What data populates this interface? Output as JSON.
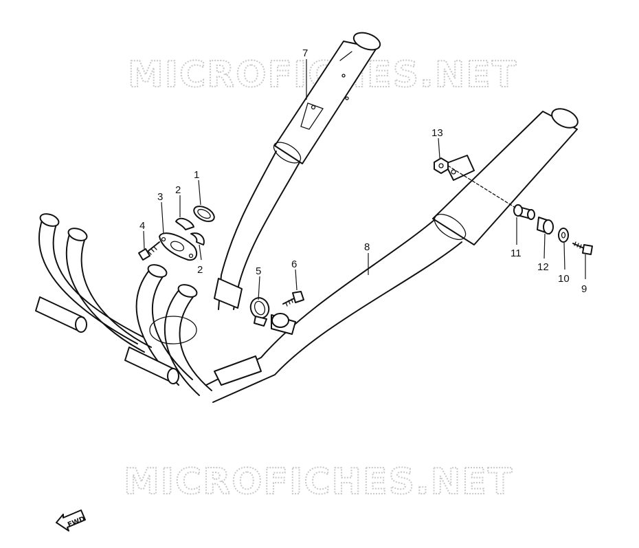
{
  "watermark": {
    "top_text": "MICROFICHES.NET",
    "bottom_text": "MICROFICHES.NET"
  },
  "direction_marker": {
    "text": "FWD",
    "icon": "arrow-left-icon"
  },
  "callouts": [
    {
      "id": "callout-1",
      "number": "1"
    },
    {
      "id": "callout-2a",
      "number": "2"
    },
    {
      "id": "callout-2b",
      "number": "2"
    },
    {
      "id": "callout-3",
      "number": "3"
    },
    {
      "id": "callout-4",
      "number": "4"
    },
    {
      "id": "callout-5",
      "number": "5"
    },
    {
      "id": "callout-6",
      "number": "6"
    },
    {
      "id": "callout-7",
      "number": "7"
    },
    {
      "id": "callout-8",
      "number": "8"
    },
    {
      "id": "callout-9",
      "number": "9"
    },
    {
      "id": "callout-10",
      "number": "10"
    },
    {
      "id": "callout-11",
      "number": "11"
    },
    {
      "id": "callout-12",
      "number": "12"
    },
    {
      "id": "callout-13",
      "number": "13"
    }
  ]
}
